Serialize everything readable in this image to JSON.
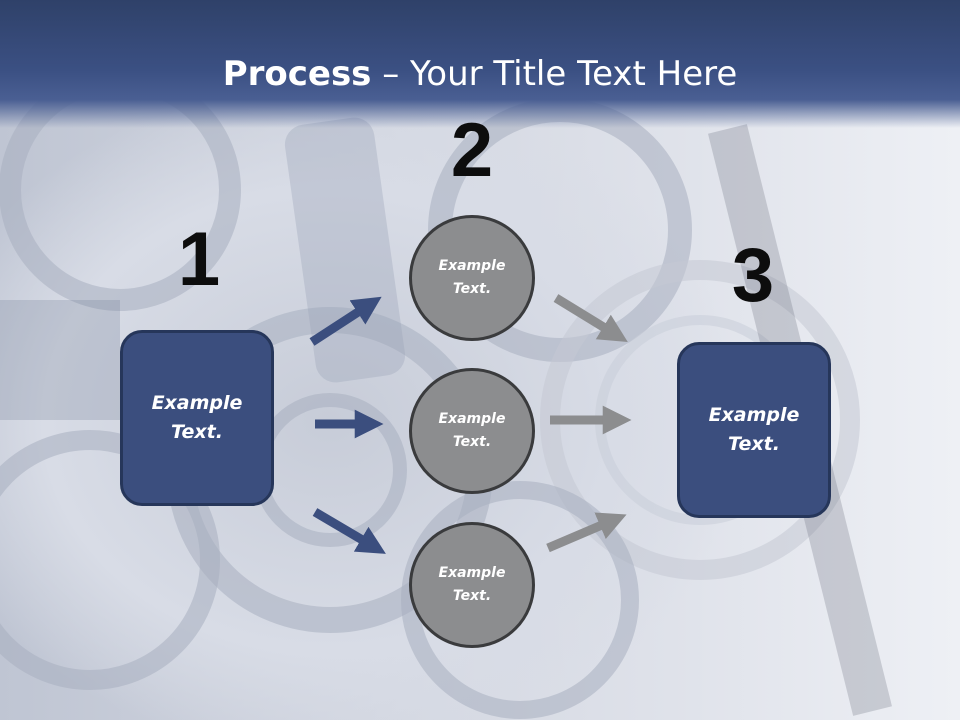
{
  "title": {
    "bold": "Process",
    "rest": " – Your Title Text Here"
  },
  "steps": [
    {
      "number": "1",
      "box_text": "Example Text."
    },
    {
      "number": "2"
    },
    {
      "number": "3",
      "box_text": "Example Text."
    }
  ],
  "circles": [
    {
      "text": "Example Text."
    },
    {
      "text": "Example Text."
    },
    {
      "text": "Example Text."
    }
  ],
  "colors": {
    "title_bar": "#3b5083",
    "box_fill": "#3b4e7e",
    "circle_fill": "#8c8d8f",
    "arrow_left": "#3b4e7e",
    "arrow_right": "#8c8d8f"
  }
}
